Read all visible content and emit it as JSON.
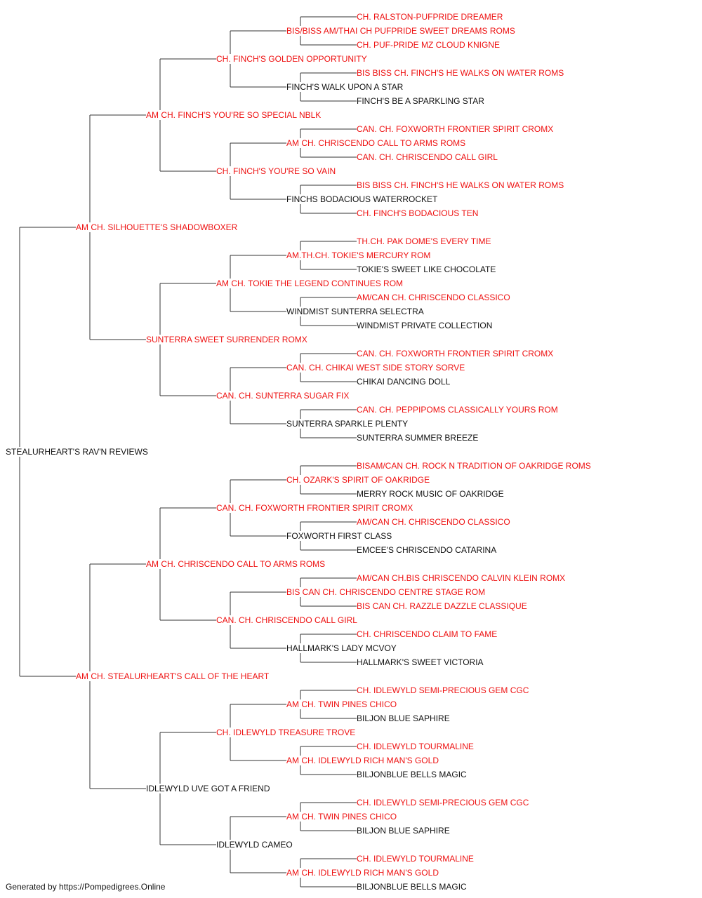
{
  "pedigree": {
    "name": "STEALURHEART'S RAV'N REVIEWS",
    "champion": false,
    "parents": [
      {
        "name": "AM CH. SILHOUETTE'S SHADOWBOXER",
        "champion": true,
        "parents": [
          {
            "name": "AM CH. FINCH'S YOU'RE SO SPECIAL NBLK",
            "champion": true,
            "parents": [
              {
                "name": "CH. FINCH'S GOLDEN OPPORTUNITY",
                "champion": true,
                "parents": [
                  {
                    "name": "BIS/BISS AM/THAI CH PUFPRIDE SWEET DREAMS ROMS",
                    "champion": true,
                    "parents": [
                      {
                        "name": "CH. RALSTON-PUFPRIDE DREAMER",
                        "champion": true
                      },
                      {
                        "name": "CH. PUF-PRIDE MZ CLOUD KNIGNE",
                        "champion": true
                      }
                    ]
                  },
                  {
                    "name": "FINCH'S WALK UPON A STAR",
                    "champion": false,
                    "parents": [
                      {
                        "name": "BIS BISS CH. FINCH'S HE WALKS ON WATER ROMS",
                        "champion": true
                      },
                      {
                        "name": "FINCH'S BE A SPARKLING STAR",
                        "champion": false
                      }
                    ]
                  }
                ]
              },
              {
                "name": "CH. FINCH'S YOU'RE SO VAIN",
                "champion": true,
                "parents": [
                  {
                    "name": "AM CH. CHRISCENDO CALL TO ARMS ROMS",
                    "champion": true,
                    "parents": [
                      {
                        "name": "CAN. CH. FOXWORTH FRONTIER SPIRIT CROMX",
                        "champion": true
                      },
                      {
                        "name": "CAN. CH. CHRISCENDO CALL GIRL",
                        "champion": true
                      }
                    ]
                  },
                  {
                    "name": "FINCHS BODACIOUS WATERROCKET",
                    "champion": false,
                    "parents": [
                      {
                        "name": "BIS BISS CH. FINCH'S HE WALKS ON WATER ROMS",
                        "champion": true
                      },
                      {
                        "name": "CH. FINCH'S BODACIOUS TEN",
                        "champion": true
                      }
                    ]
                  }
                ]
              }
            ]
          },
          {
            "name": "SUNTERRA SWEET SURRENDER ROMX",
            "champion": true,
            "parents": [
              {
                "name": "AM CH. TOKIE THE LEGEND CONTINUES ROM",
                "champion": true,
                "parents": [
                  {
                    "name": "AM.TH.CH. TOKIE'S MERCURY ROM",
                    "champion": true,
                    "parents": [
                      {
                        "name": "TH.CH. PAK DOME'S EVERY TIME",
                        "champion": true
                      },
                      {
                        "name": "TOKIE'S SWEET LIKE CHOCOLATE",
                        "champion": false
                      }
                    ]
                  },
                  {
                    "name": "WINDMIST SUNTERRA SELECTRA",
                    "champion": false,
                    "parents": [
                      {
                        "name": "AM/CAN CH. CHRISCENDO CLASSICO",
                        "champion": true
                      },
                      {
                        "name": "WINDMIST PRIVATE COLLECTION",
                        "champion": false
                      }
                    ]
                  }
                ]
              },
              {
                "name": "CAN. CH. SUNTERRA SUGAR FIX",
                "champion": true,
                "parents": [
                  {
                    "name": "CAN. CH. CHIKAI WEST SIDE STORY SORVE",
                    "champion": true,
                    "parents": [
                      {
                        "name": "CAN. CH. FOXWORTH FRONTIER SPIRIT CROMX",
                        "champion": true
                      },
                      {
                        "name": "CHIKAI DANCING DOLL",
                        "champion": false
                      }
                    ]
                  },
                  {
                    "name": "SUNTERRA SPARKLE PLENTY",
                    "champion": false,
                    "parents": [
                      {
                        "name": "CAN. CH. PEPPIPOMS CLASSICALLY YOURS ROM",
                        "champion": true
                      },
                      {
                        "name": "SUNTERRA SUMMER BREEZE",
                        "champion": false
                      }
                    ]
                  }
                ]
              }
            ]
          }
        ]
      },
      {
        "name": "AM CH. STEALURHEART'S CALL OF THE HEART",
        "champion": true,
        "parents": [
          {
            "name": "AM CH. CHRISCENDO CALL TO ARMS ROMS",
            "champion": true,
            "parents": [
              {
                "name": "CAN. CH. FOXWORTH FRONTIER SPIRIT CROMX",
                "champion": true,
                "parents": [
                  {
                    "name": "CH. OZARK'S SPIRIT OF OAKRIDGE",
                    "champion": true,
                    "parents": [
                      {
                        "name": "BISAM/CAN CH. ROCK N TRADITION OF OAKRIDGE ROMS",
                        "champion": true
                      },
                      {
                        "name": "MERRY ROCK MUSIC OF OAKRIDGE",
                        "champion": false
                      }
                    ]
                  },
                  {
                    "name": "FOXWORTH FIRST CLASS",
                    "champion": false,
                    "parents": [
                      {
                        "name": "AM/CAN CH. CHRISCENDO CLASSICO",
                        "champion": true
                      },
                      {
                        "name": "EMCEE'S CHRISCENDO CATARINA",
                        "champion": false
                      }
                    ]
                  }
                ]
              },
              {
                "name": "CAN. CH. CHRISCENDO CALL GIRL",
                "champion": true,
                "parents": [
                  {
                    "name": "BIS CAN CH. CHRISCENDO CENTRE STAGE ROM",
                    "champion": true,
                    "parents": [
                      {
                        "name": "AM/CAN CH.BIS CHRISCENDO CALVIN KLEIN ROMX",
                        "champion": true
                      },
                      {
                        "name": "BIS CAN CH. RAZZLE DAZZLE CLASSIQUE",
                        "champion": true
                      }
                    ]
                  },
                  {
                    "name": "HALLMARK'S LADY MCVOY",
                    "champion": false,
                    "parents": [
                      {
                        "name": "CH. CHRISCENDO CLAIM TO FAME",
                        "champion": true
                      },
                      {
                        "name": "HALLMARK'S SWEET VICTORIA",
                        "champion": false
                      }
                    ]
                  }
                ]
              }
            ]
          },
          {
            "name": "IDLEWYLD UVE GOT A FRIEND",
            "champion": false,
            "parents": [
              {
                "name": "CH. IDLEWYLD TREASURE TROVE",
                "champion": true,
                "parents": [
                  {
                    "name": "AM CH. TWIN PINES CHICO",
                    "champion": true,
                    "parents": [
                      {
                        "name": "CH. IDLEWYLD SEMI-PRECIOUS GEM CGC",
                        "champion": true
                      },
                      {
                        "name": "BILJON BLUE SAPHIRE",
                        "champion": false
                      }
                    ]
                  },
                  {
                    "name": "AM CH. IDLEWYLD RICH MAN'S GOLD",
                    "champion": true,
                    "parents": [
                      {
                        "name": "CH. IDLEWYLD TOURMALINE",
                        "champion": true
                      },
                      {
                        "name": "BILJONBLUE BELLS MAGIC",
                        "champion": false
                      }
                    ]
                  }
                ]
              },
              {
                "name": "IDLEWYLD CAMEO",
                "champion": false,
                "parents": [
                  {
                    "name": "AM CH. TWIN PINES CHICO",
                    "champion": true,
                    "parents": [
                      {
                        "name": "CH. IDLEWYLD SEMI-PRECIOUS GEM CGC",
                        "champion": true
                      },
                      {
                        "name": "BILJON BLUE SAPHIRE",
                        "champion": false
                      }
                    ]
                  },
                  {
                    "name": "AM CH. IDLEWYLD RICH MAN'S GOLD",
                    "champion": true,
                    "parents": [
                      {
                        "name": "CH. IDLEWYLD TOURMALINE",
                        "champion": true
                      },
                      {
                        "name": "BILJONBLUE BELLS MAGIC",
                        "champion": false
                      }
                    ]
                  }
                ]
              }
            ]
          }
        ]
      }
    ]
  },
  "colors": {
    "champion_text": "#ee1111",
    "plain_text": "#111111",
    "connector": "#333333",
    "background": "#ffffff"
  },
  "footer": {
    "text": "Generated by https://Pompedigrees.Online"
  }
}
